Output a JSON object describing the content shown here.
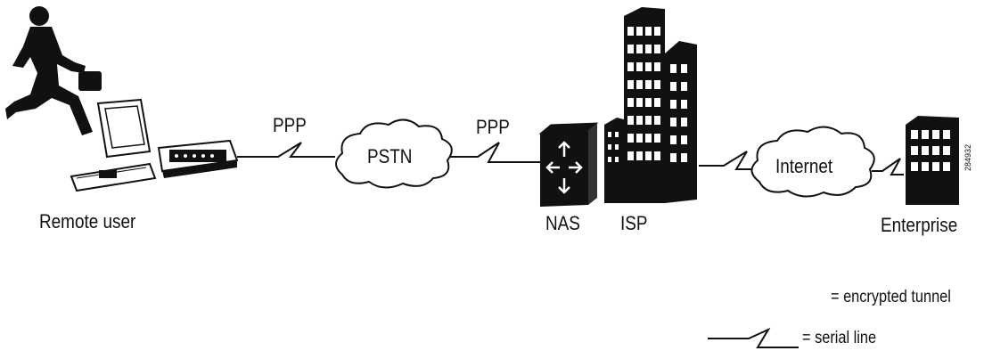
{
  "nodes": {
    "remote_user": "Remote user",
    "pstn": "PSTN",
    "nas": "NAS",
    "isp": "ISP",
    "internet": "Internet",
    "enterprise": "Enterprise"
  },
  "links": {
    "ppp_left": "PPP",
    "ppp_right": "PPP"
  },
  "figure_id": "284932",
  "legend": {
    "tunnel": "= encrypted tunnel",
    "serial": "= serial line"
  }
}
